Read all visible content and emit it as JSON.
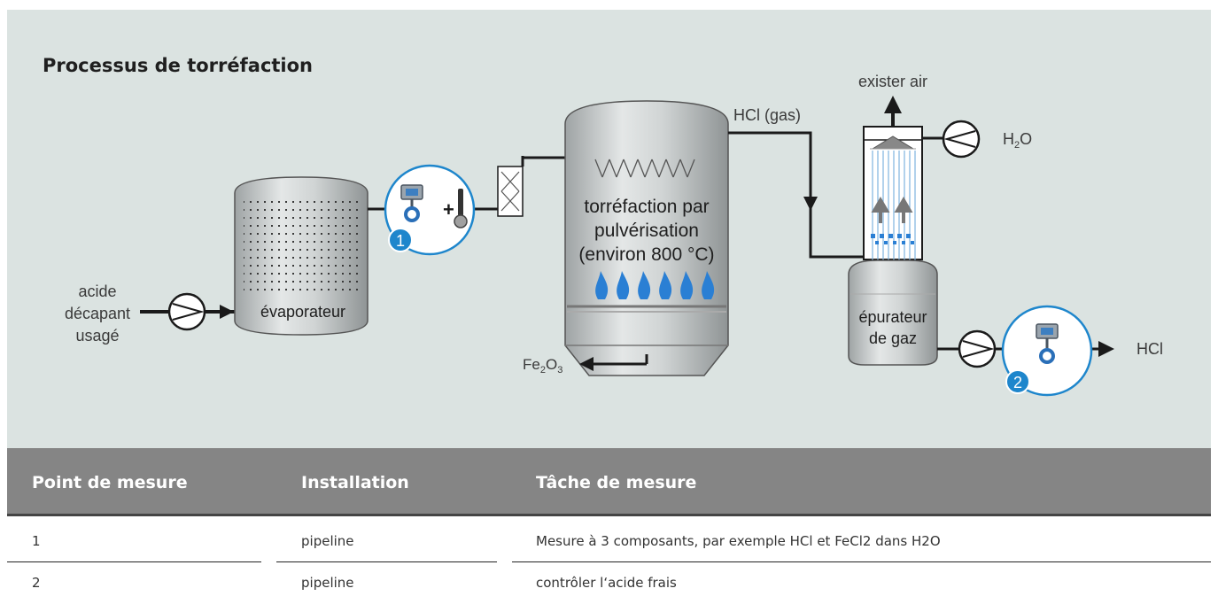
{
  "title": "Processus de torréfaction",
  "diagram": {
    "labels": {
      "acid_line1": "acide",
      "acid_line2": "décapant",
      "acid_line3": "usagé",
      "evaporator": "évaporateur",
      "roaster_line1": "torréfaction par",
      "roaster_line2": "pulvérisation",
      "roaster_line3": "(environ 800 °C)",
      "hcl_gas": "HCl (gas)",
      "fe_main": "Fe",
      "fe_sub1": "2",
      "fe_o": "O",
      "fe_sub2": "3",
      "exhaust": "existe r air",
      "water_h": "H",
      "water_sub": "2",
      "water_o": "O",
      "scrubber_line1": "épurateur",
      "scrubber_line2": "de gaz",
      "hcl_out": "HCl",
      "point1": "1",
      "point2": "2"
    },
    "colors": {
      "badge": "#1e86cc",
      "flame": "#2a7fd4",
      "vessel": "#bfc4c5",
      "line": "#1a1a1a"
    }
  },
  "table": {
    "headers": [
      "Point de mesure",
      "Installation",
      "Tâche de mesure"
    ],
    "rows": [
      [
        "1",
        "pipeline",
        "Mesure à 3 composants, par exemple HCl et FeCl2 dans H2O"
      ],
      [
        "2",
        "pipeline",
        "contrôler l‘acide frais"
      ]
    ]
  }
}
